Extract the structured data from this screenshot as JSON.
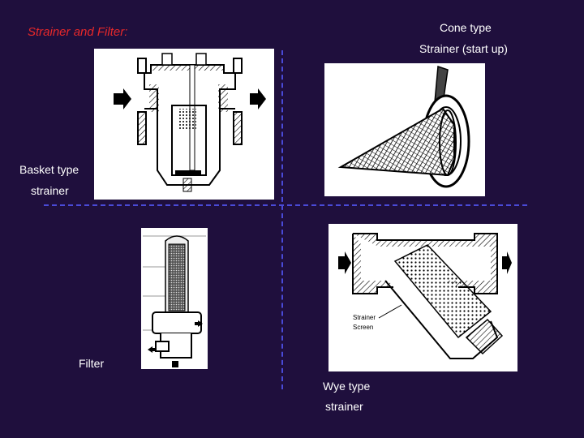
{
  "title": "Strainer and Filter:",
  "labels": {
    "cone_line1": "Cone type",
    "cone_line2": "Strainer (start up)",
    "basket_line1": "Basket type",
    "basket_line2": "strainer",
    "filter": "Filter",
    "wye_line1": "Wye type",
    "wye_line2": "strainer",
    "wye_screen_line1": "Strainer",
    "wye_screen_line2": "Screen"
  },
  "colors": {
    "background": "#1f0f3d",
    "title": "#e8282a",
    "text": "#ffffff",
    "divider": "#4a4ad8"
  },
  "icons": [
    "flow-arrow-icon"
  ]
}
